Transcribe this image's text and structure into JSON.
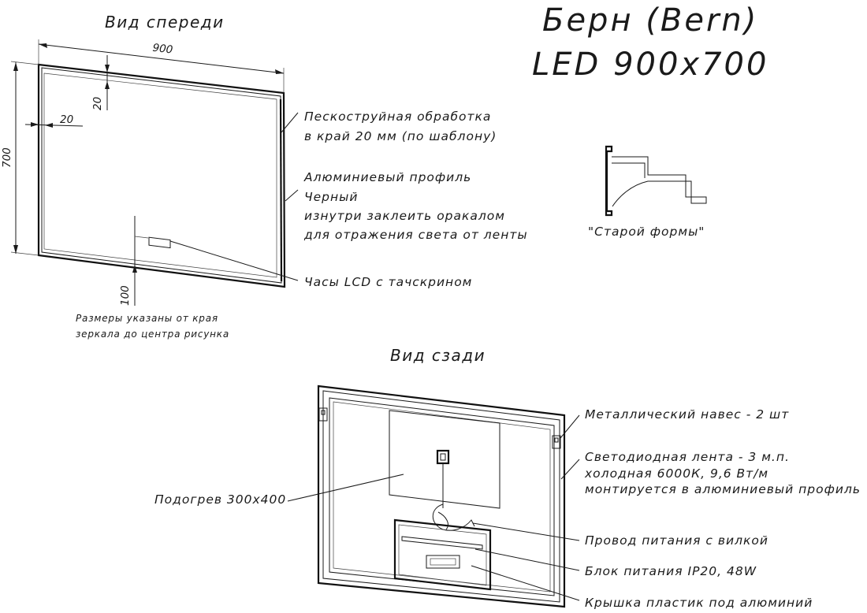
{
  "title": {
    "line1": "Берн (Bern)",
    "line2": "LED 900x700"
  },
  "front_view": {
    "heading": "Вид спереди",
    "dims": {
      "width": "900",
      "height": "700",
      "edge_top": "20",
      "edge_left": "20",
      "clock_offset": "100"
    },
    "callouts": {
      "sandblast_1": "Пескоструйная обработка",
      "sandblast_2": "в край 20 мм (по шаблону)",
      "profile_1": "Алюминиевый профиль",
      "profile_2": "Черный",
      "profile_3": "изнутри заклеить оракалом",
      "profile_4": "для отражения света от ленты",
      "clock": "Часы LCD с тачскрином"
    },
    "note_1": "Размеры указаны от края",
    "note_2": "зеркала до центра рисунка"
  },
  "profile_detail": {
    "caption": "\"Старой формы\""
  },
  "back_view": {
    "heading": "Вид сзади",
    "callouts": {
      "hanger": "Металлический навес - 2 шт",
      "led_1": "Светодиодная лента - 3 м.п.",
      "led_2": "холодная 6000К, 9,6 Вт/м",
      "led_3": "монтируется в алюминиевый профиль",
      "heater": "Подогрев 300x400",
      "cord": "Провод питания с вилкой",
      "psu": "Блок питания IP20, 48W",
      "cover": "Крышка пластик под алюминий"
    }
  },
  "colors": {
    "ink": "#1a1a1a",
    "frame": "#111111",
    "background": "#ffffff"
  }
}
